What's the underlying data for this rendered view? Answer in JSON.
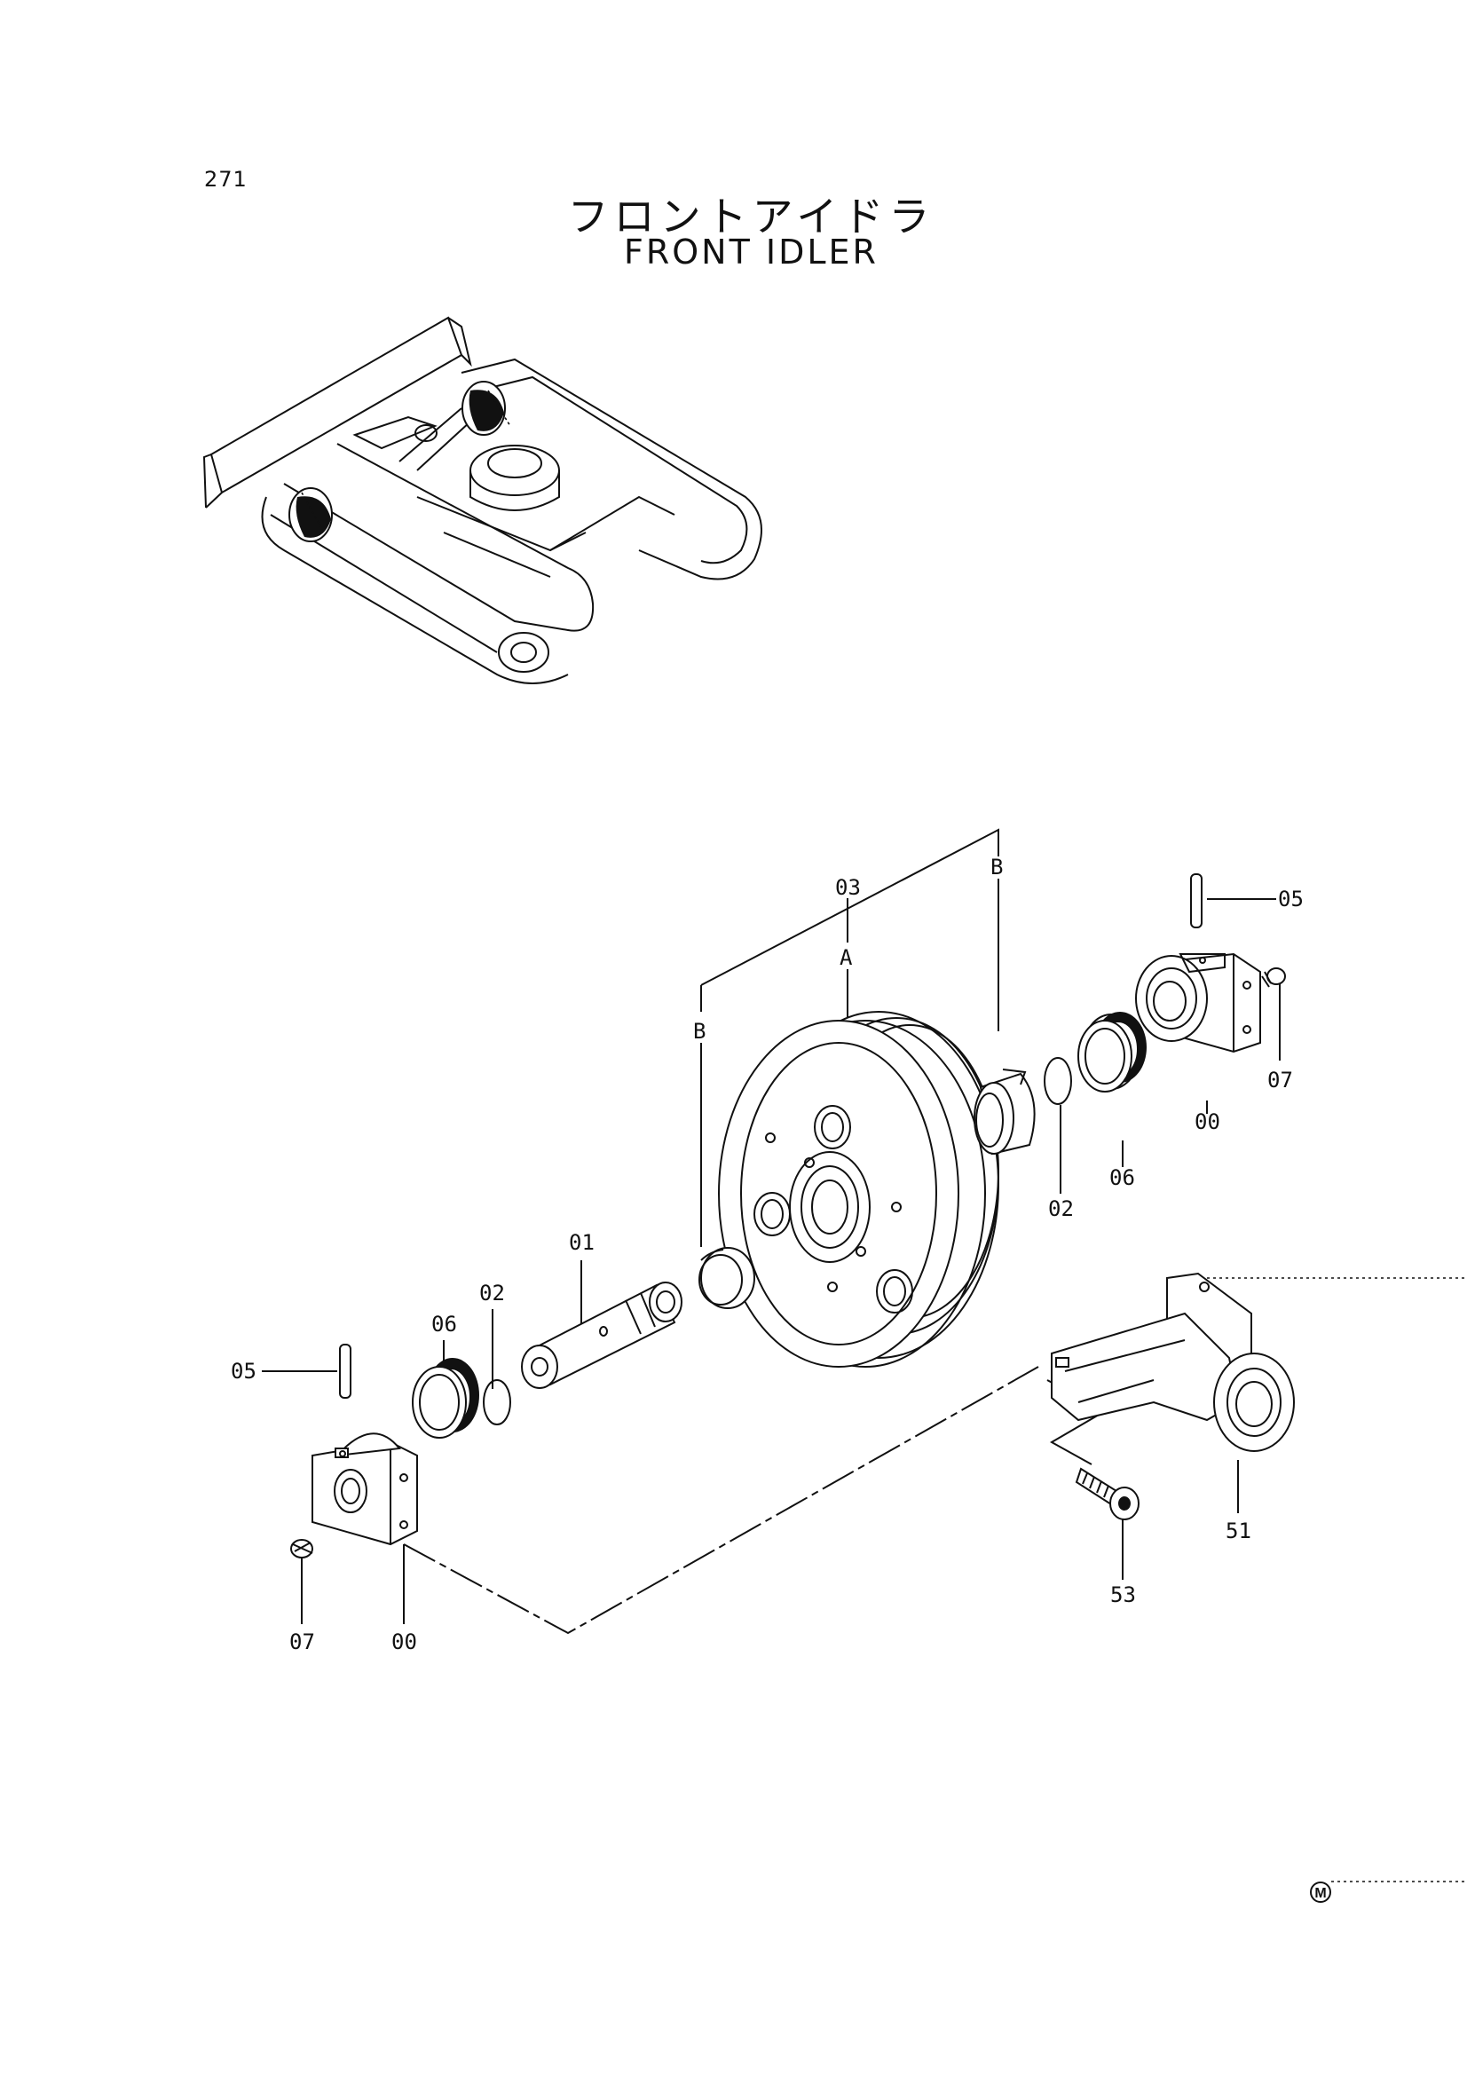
{
  "page_number": "271",
  "title_jp": "フロントアイドラ",
  "title_en": "FRONT IDLER",
  "callouts": {
    "B_top": "B",
    "n03": "03",
    "A": "A",
    "n05_right": "05",
    "B_left": "B",
    "n07_right": "07",
    "n00_right": "00",
    "n06_right": "06",
    "n02_right": "02",
    "n01": "01",
    "n02_left": "02",
    "n06_left": "06",
    "n05_left": "05",
    "n51": "51",
    "n53": "53",
    "n07_left": "07",
    "n00_left": "00",
    "marker_m": "M"
  }
}
